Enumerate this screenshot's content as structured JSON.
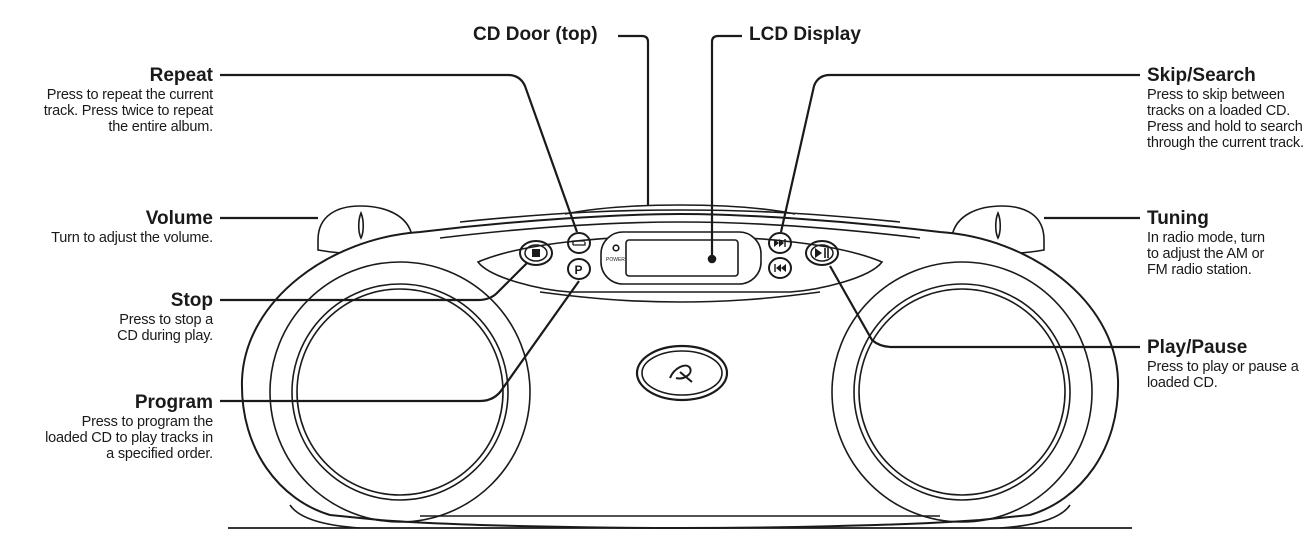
{
  "labels": {
    "cd_door": {
      "title": "CD Door (top)"
    },
    "lcd": {
      "title": "LCD Display"
    },
    "repeat": {
      "title": "Repeat",
      "desc": [
        "Press to repeat the current",
        "track. Press twice to repeat",
        "the entire album."
      ]
    },
    "volume": {
      "title": "Volume",
      "desc": [
        "Turn to adjust the volume."
      ]
    },
    "stop": {
      "title": "Stop",
      "desc": [
        "Press to stop a",
        "CD during play."
      ]
    },
    "program": {
      "title": "Program",
      "desc": [
        "Press to program the",
        "loaded CD to play tracks in",
        "a specified order."
      ]
    },
    "skip": {
      "title": "Skip/Search",
      "desc": [
        "Press to skip between",
        "tracks on a loaded CD.",
        "Press and hold to search",
        "through the current track."
      ]
    },
    "tuning": {
      "title": "Tuning",
      "desc": [
        "In radio mode, turn",
        "to adjust the AM or",
        "FM radio station."
      ]
    },
    "play": {
      "title": "Play/Pause",
      "desc": [
        "Press to play or pause a",
        "loaded CD."
      ]
    }
  },
  "device": {
    "power_label": "POWER",
    "program_button_letter": "P"
  },
  "colors": {
    "line": "#1a1a1a",
    "body": "#ffffff"
  }
}
